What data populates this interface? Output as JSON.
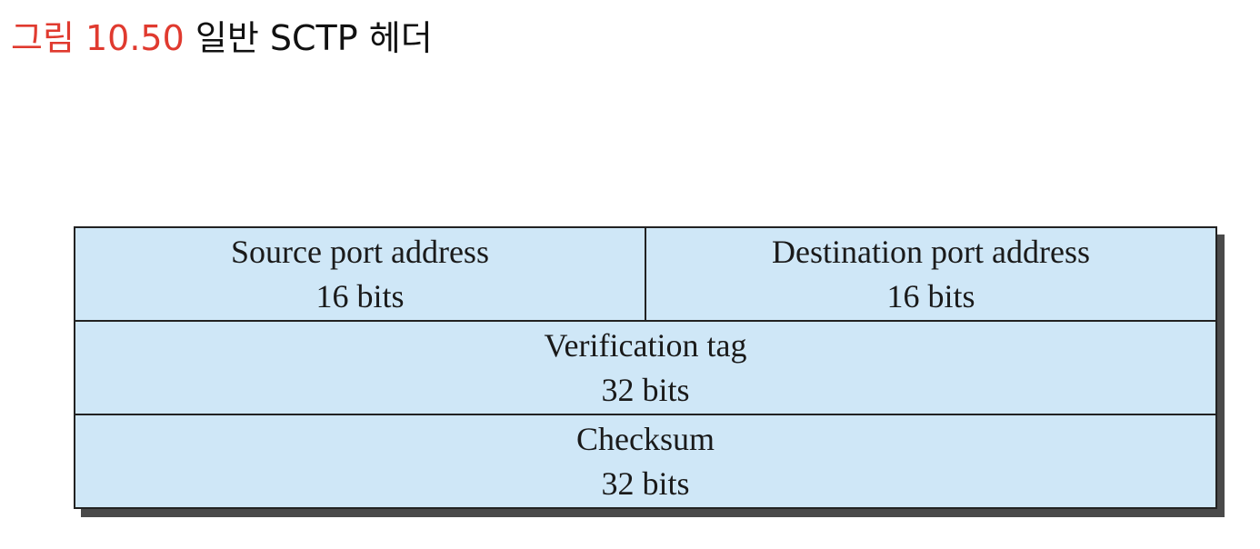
{
  "caption": {
    "label": "그림 10.50",
    "title": "일반 SCTP 헤더"
  },
  "header": {
    "rows": [
      [
        {
          "name": "Source port address",
          "size": "16 bits"
        },
        {
          "name": "Destination port address",
          "size": "16 bits"
        }
      ],
      [
        {
          "name": "Verification tag",
          "size": "32 bits"
        }
      ],
      [
        {
          "name": "Checksum",
          "size": "32 bits"
        }
      ]
    ]
  },
  "colors": {
    "field_fill": "#cfe7f7",
    "caption_label": "#e03a2f",
    "border": "#222222"
  }
}
